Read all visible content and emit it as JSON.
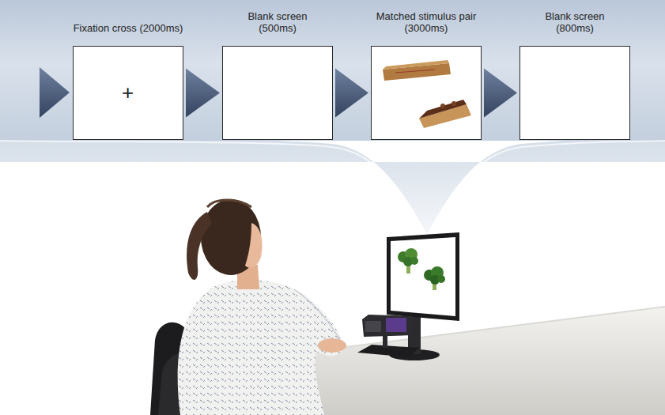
{
  "diagram": {
    "nodes": [
      {
        "text": [
          "Fixation cross (2000ms)",
          "+"
        ]
      },
      {
        "text": [
          "Blank screen (500ms)"
        ]
      },
      {
        "text": [
          "Matched stimulus pair (3000ms)"
        ]
      },
      {
        "text": [
          "Blank screen (800ms)"
        ]
      }
    ],
    "edges": [
      {
        "from": 0,
        "to": 1,
        "arrow": "to"
      },
      {
        "from": 1,
        "to": 2,
        "arrow": "to"
      },
      {
        "from": 2,
        "to": 3,
        "arrow": "to"
      }
    ]
  }
}
